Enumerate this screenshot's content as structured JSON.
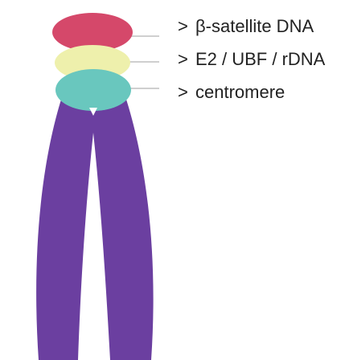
{
  "colors": {
    "satellite": "#d5486a",
    "rdna": "#eef0ac",
    "centromere": "#69c7be",
    "chromatid": "#6b3fa0",
    "text": "#222222",
    "leader_line": "#bdbdbd"
  },
  "legend": {
    "marker": ">",
    "items": [
      {
        "label": "β-satellite DNA",
        "color_key": "satellite"
      },
      {
        "label": "E2 / UBF / rDNA",
        "color_key": "rdna"
      },
      {
        "label": "centromere",
        "color_key": "centromere"
      }
    ]
  }
}
